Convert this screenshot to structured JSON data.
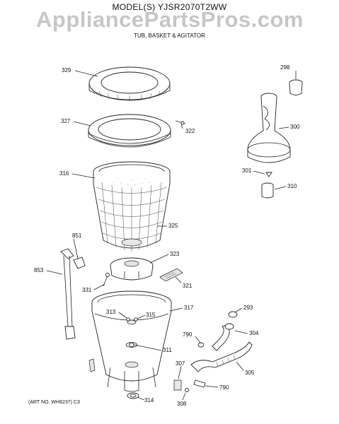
{
  "header": {
    "model": "MODEL(S) YJSR2070T2WW",
    "section": "TUB, BASKET & AGITATOR",
    "watermark": "AppliancePartsPros.com"
  },
  "footer": {
    "art_no": "(ART NO. WH6237) C3"
  },
  "callouts": {
    "c329": "329",
    "c327": "327",
    "c322": "322",
    "c316": "316",
    "c325": "325",
    "c851": "851",
    "c853": "853",
    "c323": "323",
    "c331": "331",
    "c321": "321",
    "c313": "313",
    "c315": "315",
    "c317": "317",
    "c311": "311",
    "c314": "314",
    "c298": "298",
    "c300": "300",
    "c301": "301",
    "c310": "310",
    "c293": "293",
    "c790a": "790",
    "c304": "304",
    "c307": "307",
    "c305": "305",
    "c308": "308",
    "c790b": "790"
  },
  "colors": {
    "line": "#222222",
    "watermark": "#bdbdbd",
    "background": "#ffffff"
  }
}
